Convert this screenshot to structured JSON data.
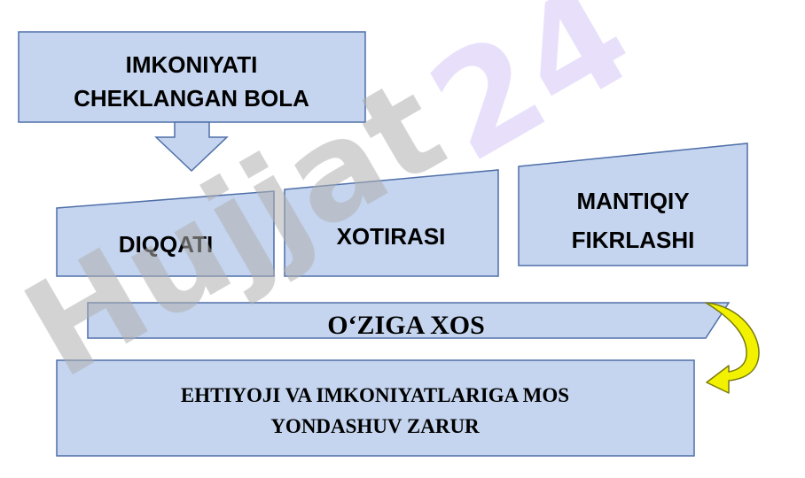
{
  "boxes": {
    "top": {
      "line1": "IMKONIYATI",
      "line2": "CHEKLANGAN BOLA"
    },
    "diqqati": "DIQQATI",
    "xotirasi": "XOTIRASI",
    "mantiqiy": {
      "line1": "MANTIQIY",
      "line2": "FIKRLASHI"
    },
    "banner": "O‘ZIGA XOS",
    "bottom": {
      "line1": "EHTIYOJI VA IMKONIYATLARIGA MOS",
      "line2": "YONDASHUV ZARUR"
    }
  },
  "watermark": {
    "text_main": "Hujjat",
    "text_num": "24"
  },
  "colors": {
    "box_fill": "#c5d5ef",
    "box_stroke": "#4f6fa8",
    "curved_arrow_fill": "#f2f200",
    "curved_arrow_stroke": "#7a7a10",
    "watermark_main": "#b0b0b0",
    "watermark_num": "#d6c6f6"
  }
}
